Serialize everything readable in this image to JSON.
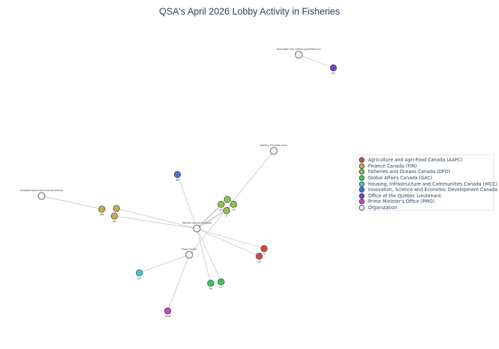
{
  "title": "QSA's April 2026 Lobby Activity in Fisheries",
  "colors": {
    "AAFC": "#d64545",
    "FIN": "#c9a84c",
    "DFO": "#8cc63f",
    "GAC": "#3ec35f",
    "HICC": "#3ec7d6",
    "ISED": "#4a6ed8",
    "OQL": "#7b3fc4",
    "PMO": "#d63fb0",
    "ORG": "#f4f6f9"
  },
  "legend": [
    {
      "key": "AAFC",
      "label": "Agriculture and Agri-Food Canada (AAFC)"
    },
    {
      "key": "FIN",
      "label": "Finance Canada (FIN)"
    },
    {
      "key": "DFO",
      "label": "Fisheries and Oceans Canada (DFO)"
    },
    {
      "key": "GAC",
      "label": "Global Affairs Canada (GAC)"
    },
    {
      "key": "HICC",
      "label": "Housing, Infrastructure and Communities Canada (HICC)"
    },
    {
      "key": "ISED",
      "label": "Innovation, Science and Economic Development Canada (ISED)"
    },
    {
      "key": "OQL",
      "label": "Office of the Quebec Lieutenant"
    },
    {
      "key": "PMO",
      "label": "Prime Minister's Office (PMO)"
    },
    {
      "key": "ORG",
      "label": "Organization"
    }
  ],
  "nodes": [
    {
      "id": "agp",
      "label": "Association des crabiers gaspésiens inc",
      "group": "ORG"
    },
    {
      "id": "mv",
      "label": "MV",
      "group": "OQL"
    },
    {
      "id": "mfu",
      "label": "Maritime Fisheries Union",
      "group": "ORG"
    },
    {
      "id": "caia",
      "label": "Canadian Aquaculture Industry Alliance",
      "group": "ORG"
    },
    {
      "id": "fcc",
      "label": "fisheries council of canada",
      "group": "ORG"
    },
    {
      "id": "mowi",
      "label": "Mowi Canada",
      "group": "ORG"
    },
    {
      "id": "bb",
      "label": "BB",
      "group": "ISED"
    },
    {
      "id": "mm",
      "label": "MM",
      "group": "FIN"
    },
    {
      "id": "nb",
      "label": "NB",
      "group": "FIN"
    },
    {
      "id": "fin3",
      "label": "",
      "group": "FIN"
    },
    {
      "id": "nd",
      "label": "ND",
      "group": "DFO"
    },
    {
      "id": "dfo2",
      "label": "",
      "group": "DFO"
    },
    {
      "id": "lm",
      "label": "LM",
      "group": "DFO"
    },
    {
      "id": "jt",
      "label": "JT",
      "group": "DFO"
    },
    {
      "id": "tk",
      "label": "TK",
      "group": "AAFC"
    },
    {
      "id": "dm",
      "label": "DM",
      "group": "AAFC"
    },
    {
      "id": "qs",
      "label": "QS",
      "group": "HICC"
    },
    {
      "id": "aa",
      "label": "AA",
      "group": "GAC"
    },
    {
      "id": "cp",
      "label": "CP",
      "group": "GAC"
    },
    {
      "id": "mnb",
      "label": "MNB",
      "group": "PMO"
    }
  ],
  "edges": [
    [
      "agp",
      "mv"
    ],
    [
      "caia",
      "mm"
    ],
    [
      "fcc",
      "fin3"
    ],
    [
      "fcc",
      "nb"
    ],
    [
      "fcc",
      "bb"
    ],
    [
      "fcc",
      "nd"
    ],
    [
      "fcc",
      "dfo2"
    ],
    [
      "fcc",
      "lm"
    ],
    [
      "fcc",
      "jt"
    ],
    [
      "fcc",
      "tk"
    ],
    [
      "fcc",
      "dm"
    ],
    [
      "fcc",
      "aa"
    ],
    [
      "fcc",
      "cp"
    ],
    [
      "mfu",
      "mowi"
    ],
    [
      "mowi",
      "qs"
    ],
    [
      "mowi",
      "mnb"
    ]
  ]
}
